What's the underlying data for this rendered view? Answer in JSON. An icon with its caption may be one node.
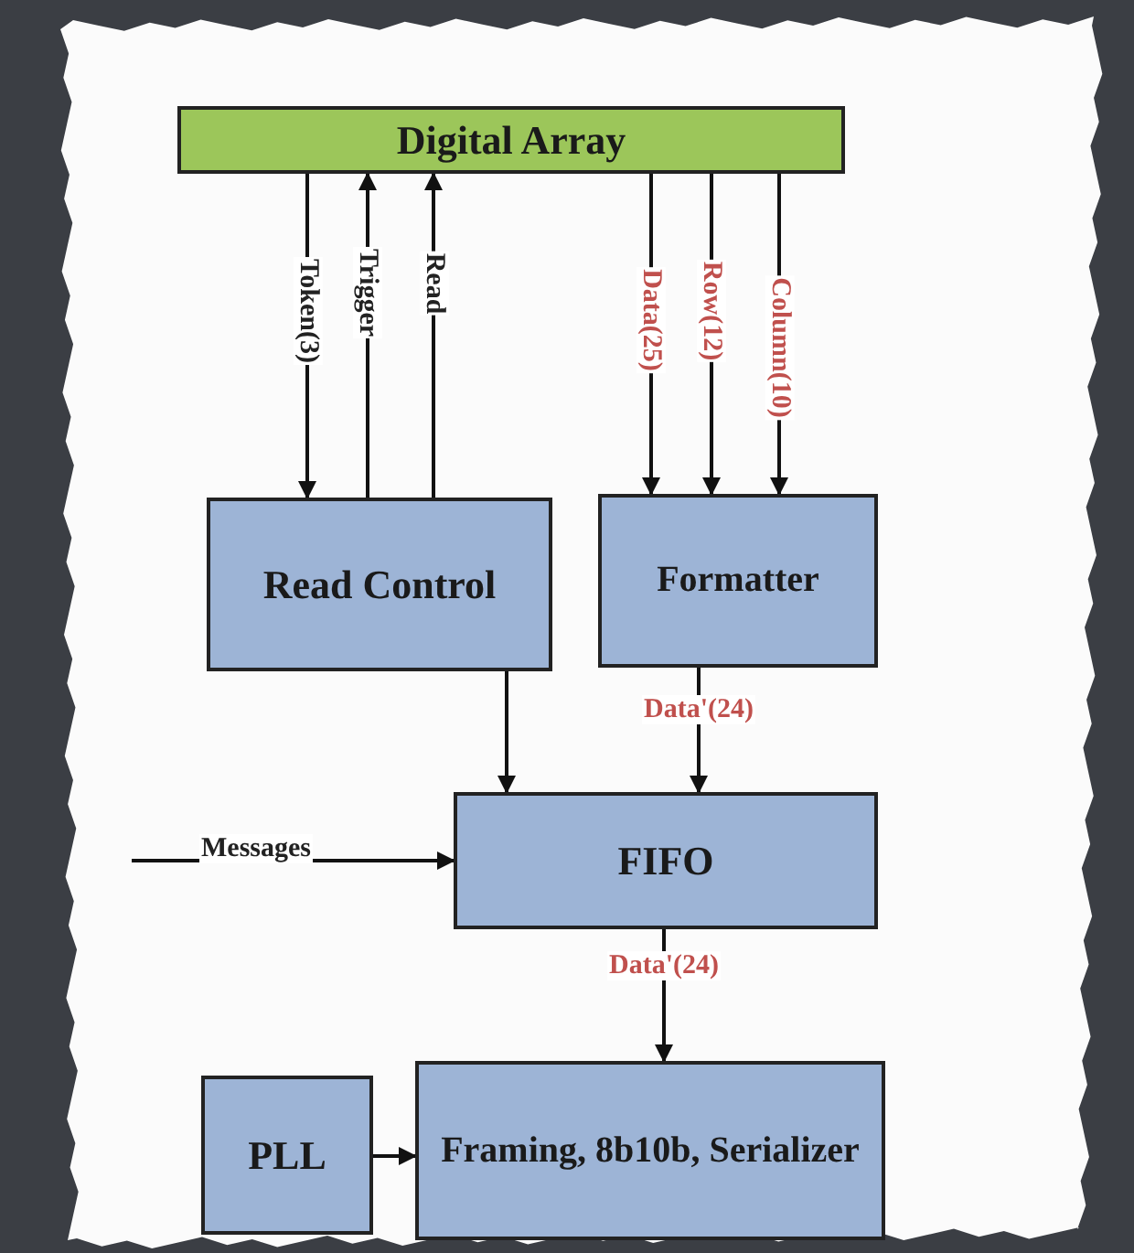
{
  "diagram": {
    "nodes": [
      {
        "text": [
          "Digital Array"
        ]
      },
      {
        "text": [
          "Read Control"
        ]
      },
      {
        "text": [
          "Formatter"
        ]
      },
      {
        "text": [
          "FIFO"
        ]
      },
      {
        "text": [
          "PLL"
        ]
      },
      {
        "text": [
          "Framing, 8b10b, Serializer"
        ]
      }
    ],
    "edges": [
      {
        "from": 0,
        "to": 1,
        "arrow": "to",
        "label": "Token(3)"
      },
      {
        "from": 1,
        "to": 0,
        "arrow": "to",
        "label": "Trigger"
      },
      {
        "from": 1,
        "to": 0,
        "arrow": "to",
        "label": "Read"
      },
      {
        "from": 0,
        "to": 2,
        "arrow": "to",
        "label": "Data(25)"
      },
      {
        "from": 0,
        "to": 2,
        "arrow": "to",
        "label": "Row(12)"
      },
      {
        "from": 0,
        "to": 2,
        "arrow": "to",
        "label": "Column(10)"
      },
      {
        "from": 1,
        "to": 3,
        "arrow": "to"
      },
      {
        "from": 2,
        "to": 3,
        "arrow": "to",
        "label": "Data'(24)"
      },
      {
        "from": null,
        "to": 3,
        "arrow": "to",
        "label": "Messages"
      },
      {
        "from": 3,
        "to": 5,
        "arrow": "to",
        "label": "Data'(24)"
      },
      {
        "from": 4,
        "to": 5,
        "arrow": "to"
      }
    ]
  }
}
